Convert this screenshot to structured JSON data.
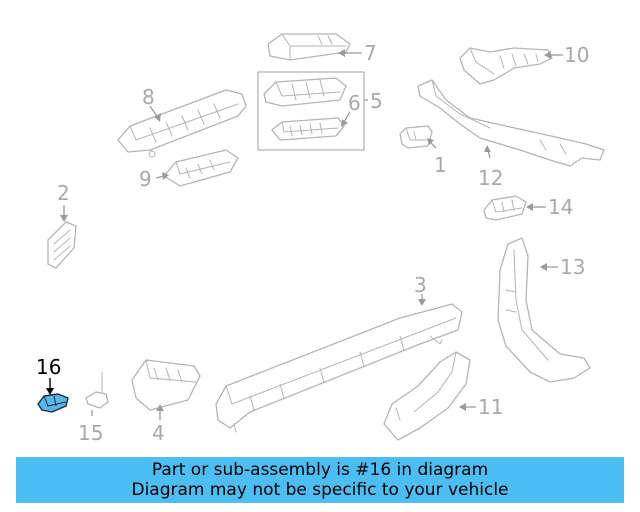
{
  "callouts": {
    "c1": "1",
    "c2": "2",
    "c3": "3",
    "c4": "4",
    "c5": "5",
    "c6": "6",
    "c7": "7",
    "c8": "8",
    "c9": "9",
    "c10": "10",
    "c11": "11",
    "c12": "12",
    "c13": "13",
    "c14": "14",
    "c15": "15",
    "c16": "16"
  },
  "highlight": {
    "part_number": "16",
    "color": "#5bb8ec"
  },
  "banner": {
    "line1": "Part or sub-assembly is #16 in diagram",
    "line2": "Diagram may not be specific to your vehicle",
    "background": "#4dbef3"
  }
}
